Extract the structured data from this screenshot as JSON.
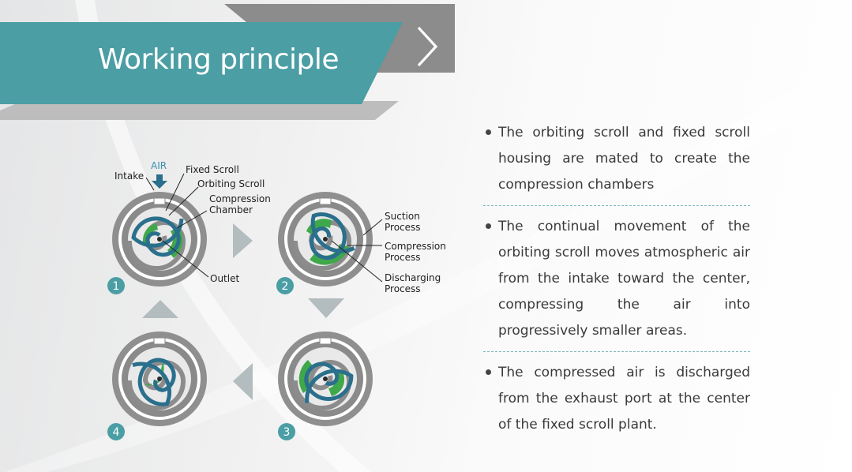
{
  "title": "Working principle",
  "colors": {
    "teal": "#4a9ea4",
    "dark_gray": "#8c8c8c",
    "green": "#3fa84a",
    "blue": "#2a6f8c",
    "separator": "#7fb8bd"
  },
  "icons": {
    "next": "chevron-right-icon",
    "flow": "triangle-arrow-icon",
    "air": "down-arrow-icon"
  },
  "diagram": {
    "air_label": "AIR",
    "labels": {
      "intake": "Intake",
      "fixed_scroll": "Fixed Scroll",
      "orbiting_scroll": "Orbiting Scroll",
      "compression_chamber_1": "Compression",
      "compression_chamber_2": "Chamber",
      "outlet": "Outlet",
      "suction_1": "Suction",
      "suction_2": "Process",
      "compression_1": "Compression",
      "compression_2": "Process",
      "discharging_1": "Discharging",
      "discharging_2": "Process"
    },
    "steps": [
      "1",
      "2",
      "3",
      "4"
    ]
  },
  "points": [
    "The orbiting scroll and fixed scroll housing are mated to create the compression chambers",
    "The continual movement of the orbiting scroll moves atmospheric air from the intake toward the center, compressing the air into progressively smaller areas.",
    "The compressed air is discharged from the exhaust port at the center of the fixed scroll plant."
  ]
}
